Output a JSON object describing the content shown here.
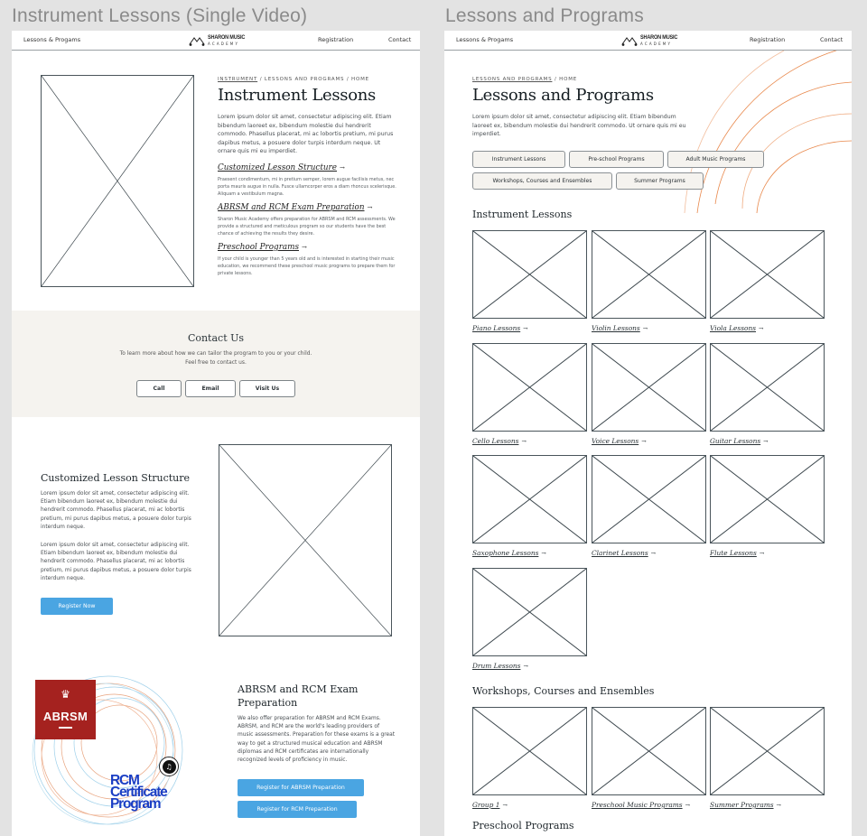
{
  "frames": {
    "left_title": "Instrument Lessons (Single Video)",
    "right_title": "Lessons and Programs"
  },
  "nav": {
    "lessons": "Lessons & Progams",
    "logo_main": "SHARON MUSIC",
    "logo_sub": "ACADEMY",
    "registration": "Registration",
    "contact": "Contact"
  },
  "left": {
    "breadcrumb": {
      "current": "INSTRUMENT",
      "rest": " / LESSONS AND PROGRAMS / HOME"
    },
    "title": "Instrument Lessons",
    "intro": "Lorem ipsum dolor sit amet, consectetur adipiscing elit. Etiam bibendum laoreet ex, bibendum molestie dui hendrerit commodo. Phasellus placerat, mi ac lobortis pretium, mi purus dapibus metus, a posuere dolor turpis interdum neque. Ut ornare quis mi eu imperdiet.",
    "links": [
      {
        "title": "Customized Lesson Structure",
        "arrow": "→",
        "desc": "Praesent condimentum, mi in pretium semper, lorem augue facilisis metus, nec porta mauris augue in nulla. Fusce ullamcorper eros a diam rhoncus scelerisque. Aliquam a vestibulum magna."
      },
      {
        "title": "ABRSM and RCM Exam Preparation",
        "arrow": "→",
        "desc": "Sharon Music Academy offers preparation for ABRSM and RCM assessments. We provide a structured and meticulous program so our students have the best chance of achieving the results they desire."
      },
      {
        "title": "Preschool Programs",
        "arrow": "→",
        "desc": "If your child is younger than 5 years old and is interested in starting their music education, we recommend these preschool music programs to prepare them for private lessons."
      }
    ],
    "contact": {
      "title": "Contact Us",
      "desc": "To learn more about how we can tailor the program to you or your child. Feel free to contact us.",
      "buttons": [
        "Call",
        "Email",
        "Visit Us"
      ]
    },
    "structure": {
      "title": "Customized Lesson Structure",
      "para1": "Lorem ipsum dolor sit amet, consectetur adipiscing elit. Etiam bibendum laoreet ex, bibendum molestie dui hendrerit commodo. Phasellus placerat, mi ac lobortis pretium, mi purus dapibus metus, a posuere dolor turpis interdum neque.",
      "para2": "Lorem ipsum dolor sit amet, consectetur adipiscing elit. Etiam bibendum laoreet ex, bibendum molestie dui hendrerit commodo. Phasellus placerat, mi ac lobortis pretium, mi purus dapibus metus, a posuere dolor turpis interdum neque.",
      "button": "Register Now"
    },
    "exam": {
      "title": "ABRSM and RCM Exam Preparation",
      "desc": "We also offer preparation for ABRSM and RCM Exams. ABRSM, and RCM are the world's leading providers of music assessments. Preparation for these exams is a great way to get a structured musical education and ABRSM diplomas and RCM certificates are internationally recognized levels of proficiency in music.",
      "button_abrsm": "Register for ABRSM Preparation",
      "button_rcm": "Register for RCM Preparation",
      "abrsm_logo": "ABRSM",
      "rcm_logo_lines": [
        "RCM",
        "Certificate",
        "Program"
      ]
    }
  },
  "right": {
    "breadcrumb": {
      "current": "LESSONS AND PROGRAMS",
      "rest": " / HOME"
    },
    "title": "Lessons and Programs",
    "intro": "Lorem ipsum dolor sit amet, consectetur adipiscing elit. Etiam bibendum laoreet ex, bibendum molestie dui hendrerit commodo. Ut ornare quis mi eu imperdiet.",
    "category_buttons": [
      "Instrument Lessons",
      "Pre-school Programs",
      "Adult Music Programs",
      "Workshops, Courses and Ensembles",
      "Summer Programs"
    ],
    "accent_color": "#e8874a",
    "sections": [
      {
        "title": "Instrument Lessons",
        "items": [
          "Piano Lessons",
          "Violin Lessons",
          "Viola Lessons",
          "Cello Lessons",
          "Voice Lessons",
          "Guitar Lessons",
          "Saxophone Lessons",
          "Clarinet Lessons",
          "Flute Lessons",
          "Drum Lessons"
        ]
      },
      {
        "title": "Workshops, Courses and Ensembles",
        "items": [
          "Group 1",
          "Preschool Music Programs",
          "Summer Programs"
        ]
      },
      {
        "title": "Preschool Programs",
        "items": []
      }
    ],
    "arrow": "→"
  }
}
